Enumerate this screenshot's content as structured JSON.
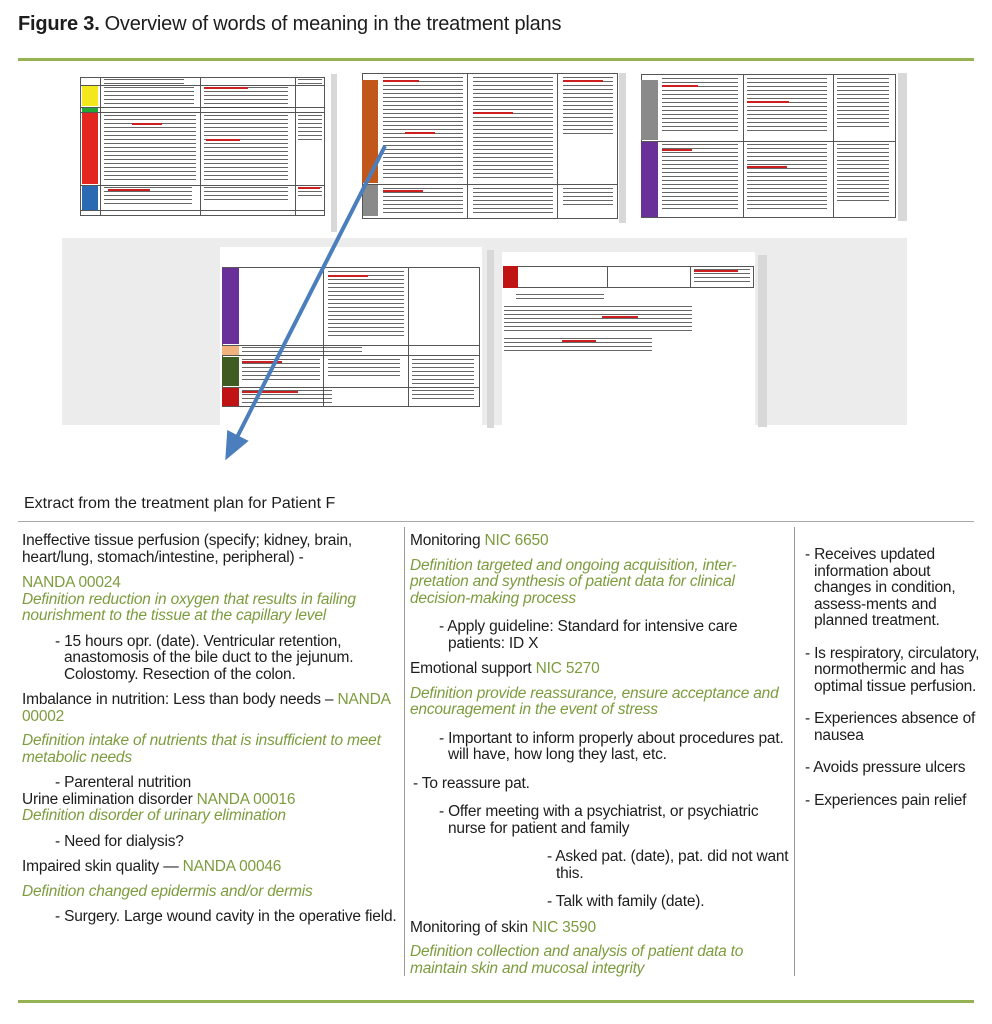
{
  "figure_caption": {
    "label": "Figure 3.",
    "text": "Overview of words of meaning in the treatment plans"
  },
  "extract_heading": "Extract from the treatment plan for Patient F",
  "palette": {
    "ink": "#1d1d1d",
    "accent_green": "#7d9c3e",
    "rule_green": "#95b352",
    "rule_gray": "#a8a8a8",
    "arrow_blue": "#4a7ebc",
    "panel_gray": "#ececec",
    "strip_gray": "#d8d8d8",
    "table_border": "#555555",
    "mini_text": "#3c3c3c",
    "mini_red": "#cc2020",
    "yellow": "#f3e81c",
    "green": "#23a638",
    "red": "#e42620",
    "blue": "#2a6ab2",
    "orange": "#c2571c",
    "gray": "#8a8a8a",
    "purple": "#6a3099",
    "peach": "#f2b27e",
    "dark_green": "#3f5c22",
    "dark_red": "#c01414"
  },
  "extract": {
    "col1": [
      {
        "type": "dx",
        "text": "Ineffective tissue perfusion (specify; kidney, brain, heart/lung, stomach/intestine, peripheral) -"
      },
      {
        "type": "dx",
        "code": "NANDA 00024"
      },
      {
        "type": "def",
        "tight": true,
        "text": "Definition reduction in oxygen that results in failing nourishment to the tissue at the capillary level"
      },
      {
        "type": "bullet",
        "indent": 1,
        "text": "- 15 hours opr. (date). Ventricular retention, anastomosis of the bile duct to the jejunum. Colostomy. Resection of the colon."
      },
      {
        "type": "dx",
        "text": "Imbalance in nutrition: Less than body needs – ",
        "code": "NANDA 00002"
      },
      {
        "type": "def",
        "text": "Definition intake of nutrients that is insufficient to meet metabolic needs"
      },
      {
        "type": "bullet",
        "indent": 1,
        "text": "- Parenteral nutrition"
      },
      {
        "type": "dx",
        "tight": true,
        "text": "Urine elimination disorder ",
        "code": "NANDA 00016"
      },
      {
        "type": "def",
        "tight": true,
        "text": "Definition disorder of urinary elimination"
      },
      {
        "type": "bullet",
        "indent": 1,
        "text": "- Need for dialysis?"
      },
      {
        "type": "dx",
        "text": "Impaired skin quality — ",
        "code": "NANDA 00046"
      },
      {
        "type": "def",
        "text": "Definition changed epidermis and/or dermis"
      },
      {
        "type": "bullet",
        "indent": 1,
        "text": "- Surgery. Large wound cavity in the operative field."
      }
    ],
    "col2": [
      {
        "type": "dx",
        "text": "Monitoring ",
        "code": "NIC 6650"
      },
      {
        "type": "def",
        "text": "Definition targeted and ongoing acquisition, inter-pretation and synthesis of patient data for clinical decision-making process"
      },
      {
        "type": "bullet",
        "indent": 1,
        "text": "- Apply guideline: Standard for intensive care patients: ID X"
      },
      {
        "type": "dx",
        "text": "Emotional support ",
        "code": "NIC 5270"
      },
      {
        "type": "def",
        "text": "Definition provide reassurance, ensure acceptance and encouragement in the event of stress"
      },
      {
        "type": "bullet",
        "indent": 1,
        "text": "- Important to inform properly about procedures pat. will have, how long they last, etc."
      },
      {
        "type": "bullet",
        "indent": 0,
        "text": "- To reassure pat."
      },
      {
        "type": "bullet",
        "indent": 1,
        "text": "- Offer meeting with a psychiatrist, or psychiatric nurse for patient and family"
      },
      {
        "type": "bullet",
        "indent": 3,
        "text": "- Asked pat. (date), pat. did not want this."
      },
      {
        "type": "bullet",
        "indent": 3,
        "text": "- Talk with family (date)."
      },
      {
        "type": "dx",
        "text": "Monitoring of skin ",
        "code": "NIC 3590"
      },
      {
        "type": "def",
        "text": "Definition collection and analysis of patient data to maintain skin and mucosal integrity"
      }
    ],
    "col3": [
      {
        "type": "bullet",
        "indent": 0,
        "text": "- Receives updated information about changes in condition, assess-ments and planned treatment."
      },
      {
        "type": "bullet",
        "indent": 0,
        "text": "- Is respiratory, circulatory, normothermic and has optimal tissue perfusion."
      },
      {
        "type": "bullet",
        "indent": 0,
        "text": "- Experiences absence of nausea"
      },
      {
        "type": "bullet",
        "indent": 0,
        "text": "- Avoids pressure ulcers"
      },
      {
        "type": "bullet",
        "indent": 0,
        "text": "- Experiences pain relief"
      }
    ]
  }
}
